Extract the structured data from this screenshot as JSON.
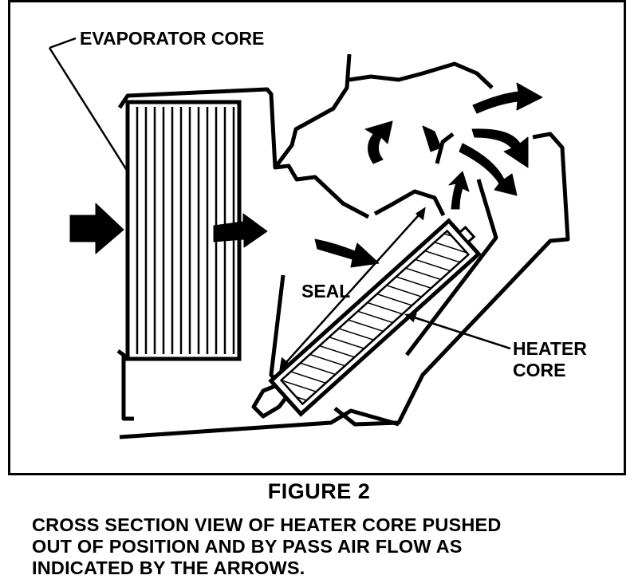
{
  "labels": {
    "evaporator_core": "EVAPORATOR CORE",
    "seal": "SEAL",
    "heater_core_line1": "HEATER",
    "heater_core_line2": "CORE"
  },
  "figure": {
    "title": "FIGURE 2",
    "caption_lines": [
      "CROSS SECTION VIEW OF HEATER CORE PUSHED",
      "OUT OF POSITION AND BY PASS AIR FLOW AS",
      "INDICATED BY THE ARROWS."
    ]
  }
}
